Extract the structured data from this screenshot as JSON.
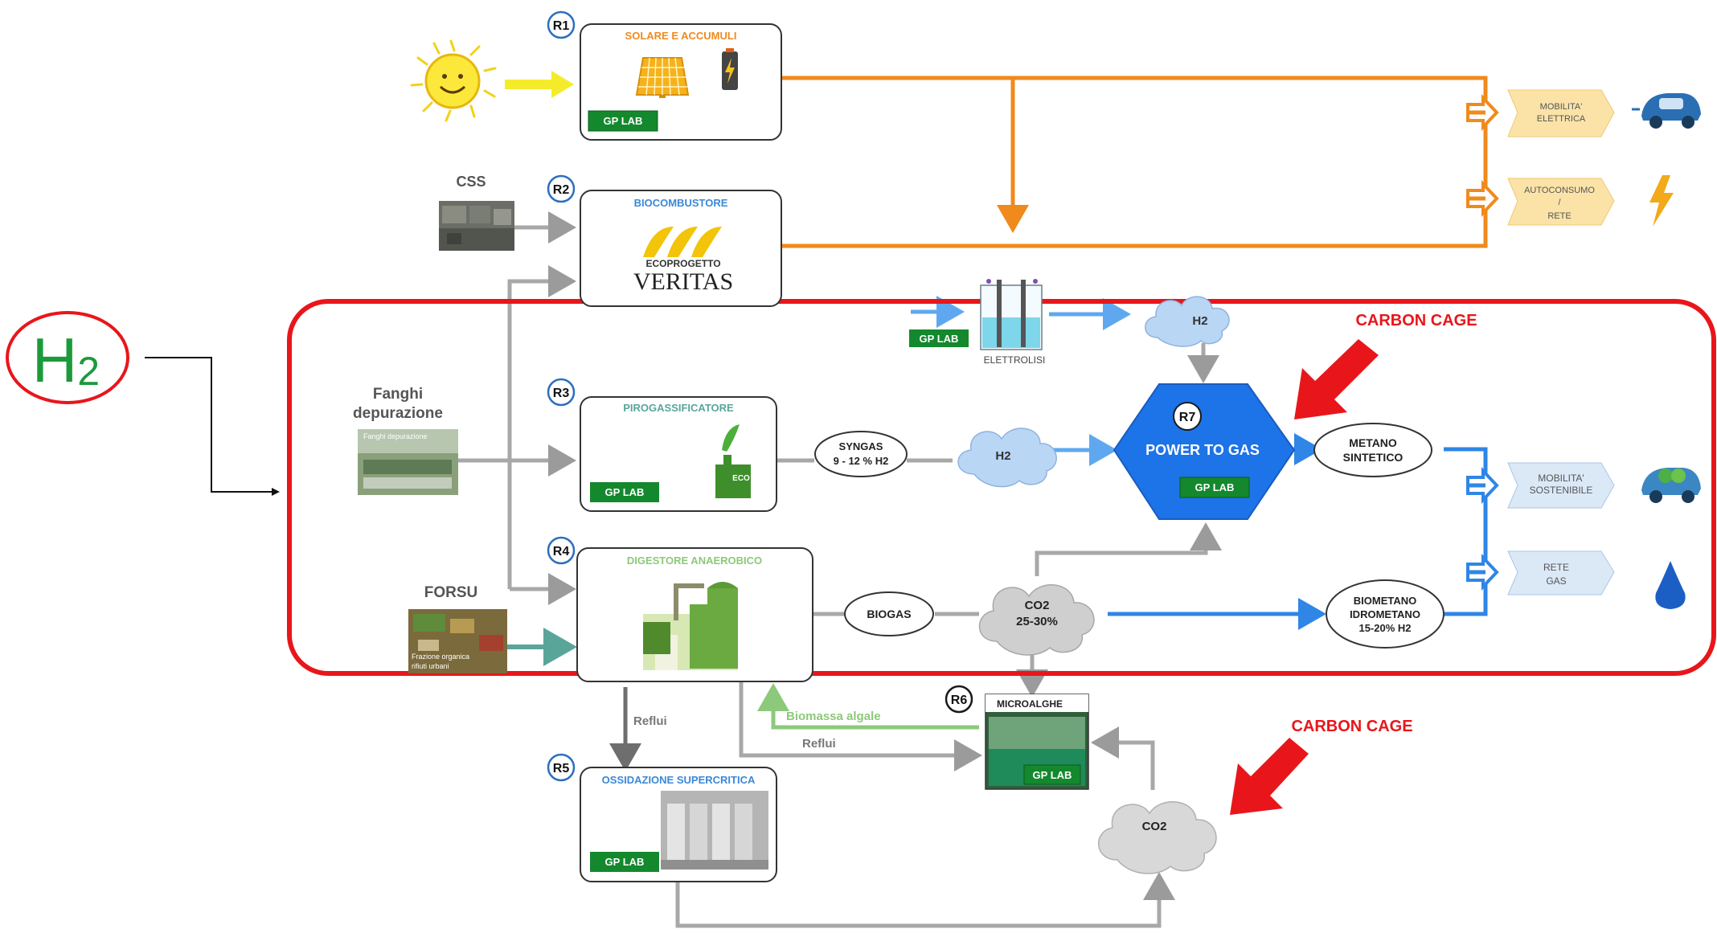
{
  "h2_badge": {
    "label": "H",
    "sub": "2"
  },
  "carbon_cage_top": "CARBON CAGE",
  "carbon_cage_bottom": "CARBON CAGE",
  "gp_lab": "GP LAB",
  "labels": {
    "r1": "R1",
    "r2": "R2",
    "r3": "R3",
    "r4": "R4",
    "r5": "R5",
    "r6": "R6",
    "r7": "R7"
  },
  "inputs": {
    "css": "CSS",
    "fanghi_1": "Fanghi",
    "fanghi_2": "depurazione",
    "fanghi_photo": "Fanghi depurazione",
    "forsu": "FORSU",
    "forsu_photo_1": "Frazione organica",
    "forsu_photo_2": "rifiuti urbani"
  },
  "boxes": {
    "r1_title": "SOLARE E ACCUMULI",
    "r2_title": "BIOCOMBUSTORE",
    "r2_logo_1": "ECOPROGETTO",
    "r2_logo_2": "VERITAS",
    "r3_title": "PIROGASSIFICATORE",
    "r3_eco": "ECO",
    "r4_title": "DIGESTORE ANAEROBICO",
    "r5_title": "OSSIDAZIONE SUPERCRITICA",
    "r6_title": "MICROALGHE",
    "r7_title": "POWER TO GAS",
    "elettrolisi": "ELETTROLISI"
  },
  "nodes": {
    "syngas_1": "SYNGAS",
    "syngas_2": "9 - 12 % H2",
    "h2_cloud_top": "H2",
    "h2_cloud_mid": "H2",
    "biogas": "BIOGAS",
    "co2_main_1": "CO2",
    "co2_main_2": "25-30%",
    "co2_bottom": "CO2",
    "metano_1": "METANO",
    "metano_2": "SINTETICO",
    "biometano_1": "BIOMETANO",
    "biometano_2": "IDROMETANO",
    "biometano_3": "15-20% H2"
  },
  "flow_labels": {
    "reflui_1": "Reflui",
    "reflui_2": "Reflui",
    "biomassa": "Biomassa algale"
  },
  "outputs": {
    "mobilita_el_1": "MOBILITA'",
    "mobilita_el_2": "ELETTRICA",
    "autoconsumo_1": "AUTOCONSUMO",
    "autoconsumo_2": "/",
    "autoconsumo_3": "RETE",
    "mobilita_sost_1": "MOBILITA'",
    "mobilita_sost_2": "SOSTENIBILE",
    "rete_gas_1": "RETE",
    "rete_gas_2": "GAS"
  },
  "colors": {
    "orange": "#f08a1c",
    "blue": "#2f86e6",
    "gray": "#9b9b9b",
    "red": "#e8161b",
    "green": "#1b9a3a",
    "teal": "#5aa59a"
  }
}
